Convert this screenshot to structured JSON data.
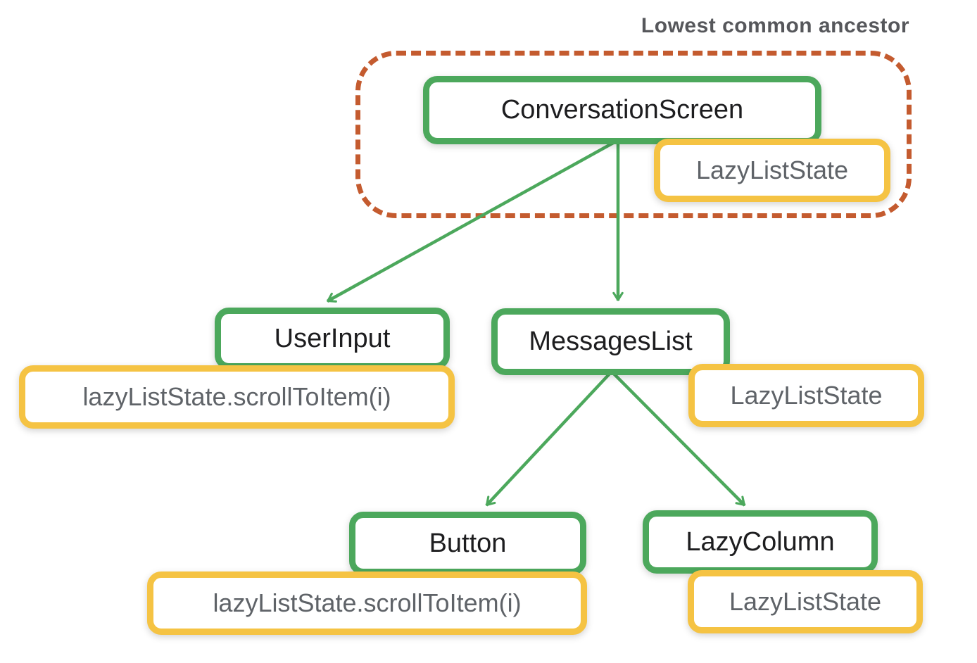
{
  "annotation": {
    "label": "Lowest common ancestor"
  },
  "colors": {
    "component_border": "#4ca85c",
    "state_border": "#f5c343",
    "ancestor_outline": "#c45b2f",
    "arrow": "#4ca85c",
    "component_text": "#1d1d1f",
    "state_text": "#5f6368",
    "annotation_text": "#56575b",
    "background": "#ffffff"
  },
  "nodes": {
    "conversation_screen": {
      "label": "ConversationScreen",
      "kind": "composable"
    },
    "lazy_list_state_top": {
      "label": "LazyListState",
      "kind": "state"
    },
    "user_input": {
      "label": "UserInput",
      "kind": "composable"
    },
    "scroll_to_item_left": {
      "label": "lazyListState.scrollToItem(i)",
      "kind": "state"
    },
    "messages_list": {
      "label": "MessagesList",
      "kind": "composable"
    },
    "lazy_list_state_mid": {
      "label": "LazyListState",
      "kind": "state"
    },
    "button": {
      "label": "Button",
      "kind": "composable"
    },
    "scroll_to_item_bottom": {
      "label": "lazyListState.scrollToItem(i)",
      "kind": "state"
    },
    "lazy_column": {
      "label": "LazyColumn",
      "kind": "composable"
    },
    "lazy_list_state_bottom": {
      "label": "LazyListState",
      "kind": "state"
    }
  },
  "edges": [
    {
      "from": "ConversationScreen",
      "to": "UserInput"
    },
    {
      "from": "ConversationScreen",
      "to": "MessagesList"
    },
    {
      "from": "MessagesList",
      "to": "Button"
    },
    {
      "from": "MessagesList",
      "to": "LazyColumn"
    }
  ],
  "ancestor_group_members": [
    "ConversationScreen",
    "LazyListState"
  ]
}
